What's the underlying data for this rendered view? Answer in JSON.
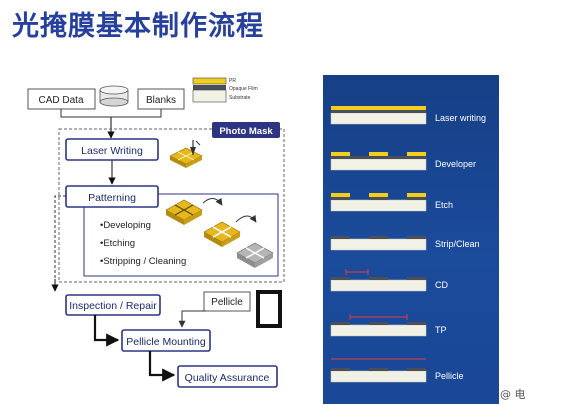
{
  "title": "光掩膜基本制作流程",
  "legend": {
    "pr": "PR",
    "opaque": "Opaque Film",
    "substrate": "Substrate"
  },
  "boxes": {
    "cad_data": "CAD Data",
    "blanks": "Blanks",
    "photo_mask": "Photo Mask",
    "laser_writing": "Laser Writing",
    "patterning": "Patterning",
    "inspection": "Inspection / Repair",
    "pellicle": "Pellicle",
    "pellicle_mounting": "Pellicle Mounting",
    "quality": "Quality Assurance"
  },
  "substeps": [
    "•Developing",
    "•Etching",
    "•Stripping / Cleaning"
  ],
  "process_steps": [
    {
      "label": "Laser writing",
      "pr": "full",
      "opaque": "full",
      "mark": ""
    },
    {
      "label": "Developer",
      "pr": "pattern",
      "opaque": "full",
      "mark": ""
    },
    {
      "label": "Etch",
      "pr": "pattern",
      "opaque": "pattern",
      "mark": ""
    },
    {
      "label": "Strip/Clean",
      "pr": "none",
      "opaque": "pattern",
      "mark": ""
    },
    {
      "label": "CD",
      "pr": "none",
      "opaque": "pattern",
      "mark": "cd"
    },
    {
      "label": "TP",
      "pr": "none",
      "opaque": "pattern",
      "mark": "tp"
    },
    {
      "label": "Pellicle",
      "pr": "none",
      "opaque": "pattern",
      "mark": "pellicle"
    }
  ],
  "watermark": "@ 电",
  "colors": {
    "title": "#27409c",
    "box_border": "#2d3580",
    "photo_mask_header": "#2d3580",
    "pr": "#f2cf1c",
    "opaque": "#4a4f58",
    "substrate": "#f2f1e6",
    "gold": "#e6b81c",
    "gray_chip": "#a9a9a9"
  }
}
